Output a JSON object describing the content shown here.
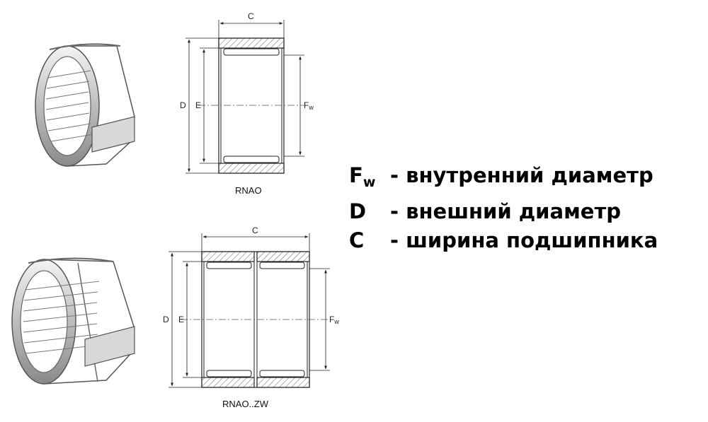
{
  "diagrams": [
    {
      "caption": "RNAO",
      "labels": {
        "c": "C",
        "d": "D",
        "e": "E",
        "fw": "F",
        "fw_sub": "w"
      }
    },
    {
      "caption": "RNAO..ZW",
      "labels": {
        "c": "C",
        "d": "D",
        "e": "E",
        "fw": "F",
        "fw_sub": "w"
      }
    }
  ],
  "legend": [
    {
      "symbol": "F",
      "symbol_sub": "w",
      "text": "- внутренний диаметр"
    },
    {
      "symbol": "D",
      "symbol_sub": "",
      "text": "- внешний диаметр"
    },
    {
      "symbol": "C",
      "symbol_sub": "",
      "text": "- ширина подшипника"
    }
  ]
}
